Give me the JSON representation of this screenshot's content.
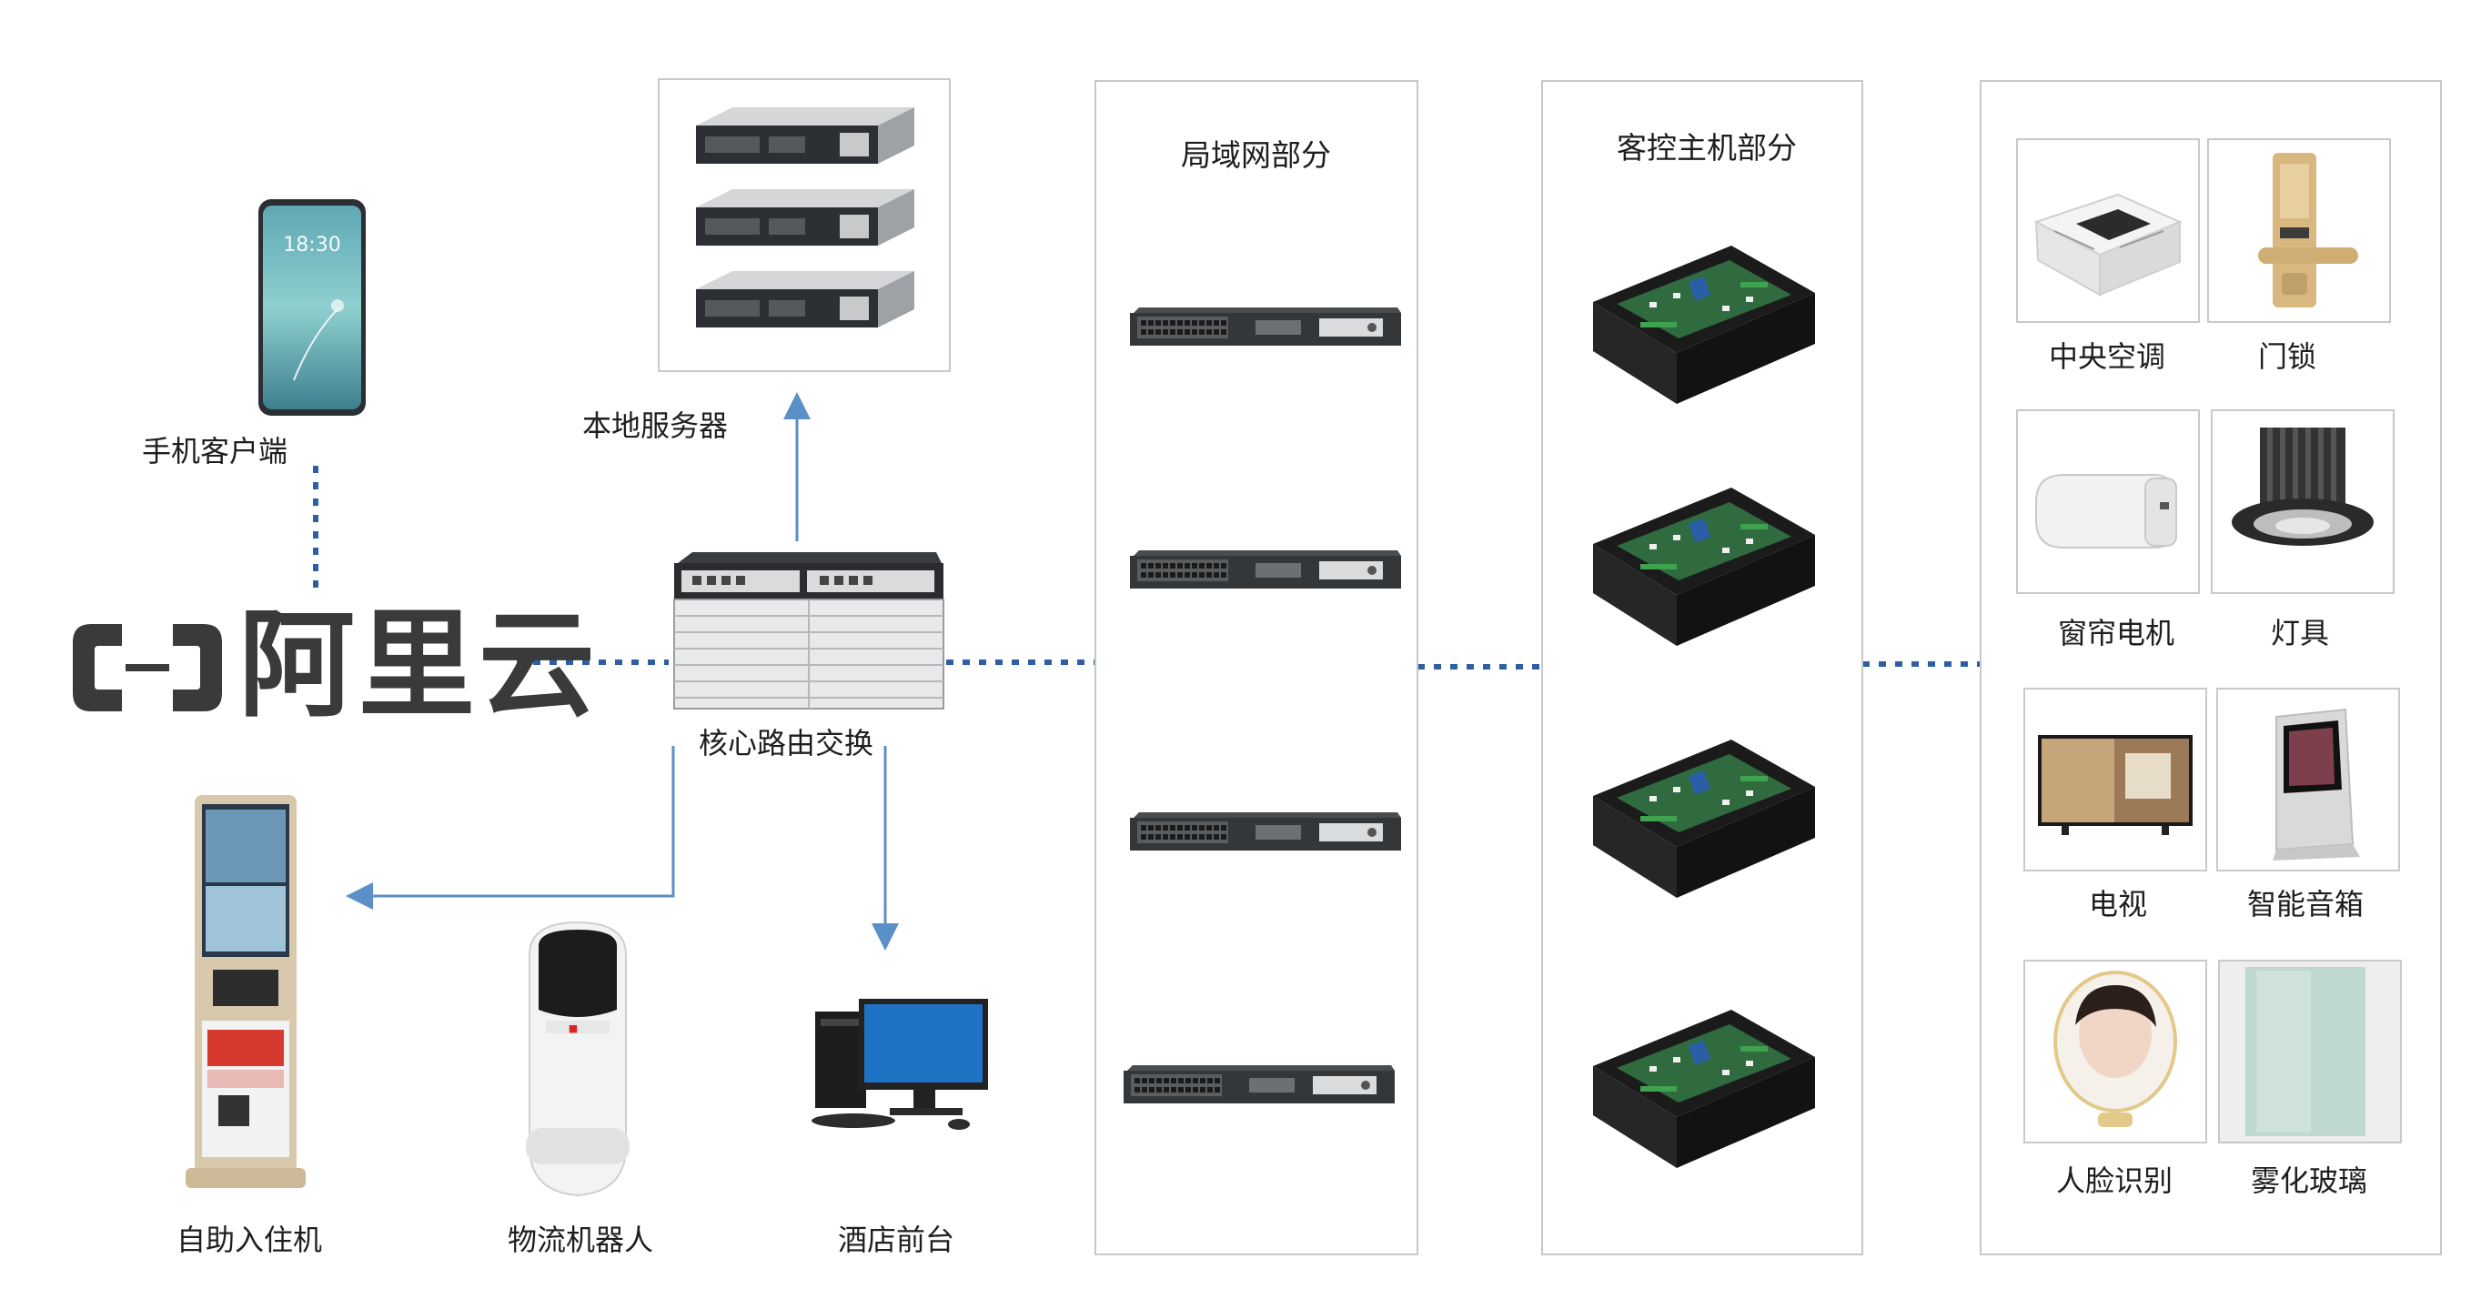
{
  "labels": {
    "phone": "手机客户端",
    "cloud": "阿里云",
    "server": "本地服务器",
    "core_switch": "核心路由交换",
    "kiosk": "自助入住机",
    "robot": "物流机器人",
    "front_desk": "酒店前台",
    "phone_time": "18:30"
  },
  "panels": {
    "lan": "局域网部分",
    "host": "客控主机部分"
  },
  "devices": [
    {
      "key": "ac",
      "label": "中央空调"
    },
    {
      "key": "lock",
      "label": "门锁"
    },
    {
      "key": "curtain",
      "label": "窗帘电机"
    },
    {
      "key": "lamp",
      "label": "灯具"
    },
    {
      "key": "tv",
      "label": "电视"
    },
    {
      "key": "speaker",
      "label": "智能音箱"
    },
    {
      "key": "face",
      "label": "人脸识别"
    },
    {
      "key": "glass",
      "label": "雾化玻璃"
    }
  ],
  "colors": {
    "link_dotted": "#2e5fa3",
    "arrow": "#5b8fc7",
    "panel_border": "#c8c8c8",
    "text": "#1e1e1e"
  }
}
